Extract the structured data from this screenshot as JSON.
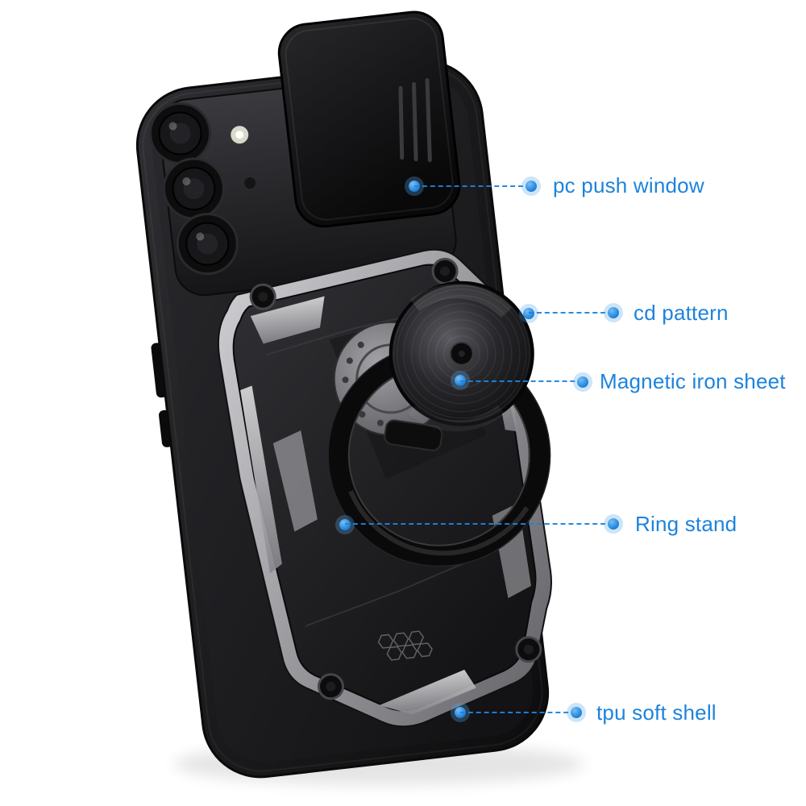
{
  "page": {
    "background": "#ffffff"
  },
  "colors": {
    "accent-blue": "#1d83dd",
    "dot-blue": "#2a8fe3",
    "case-black": "#1b1b1d",
    "metal-gray": "#9a9a9e"
  },
  "callouts": [
    {
      "id": "pc-push-window",
      "label": "pc push window"
    },
    {
      "id": "cd-pattern",
      "label": "cd pattern"
    },
    {
      "id": "magnetic-iron-sheet",
      "label": "Magnetic iron sheet"
    },
    {
      "id": "ring-stand",
      "label": "Ring stand"
    },
    {
      "id": "tpu-soft-shell",
      "label": "tpu soft shell"
    }
  ]
}
